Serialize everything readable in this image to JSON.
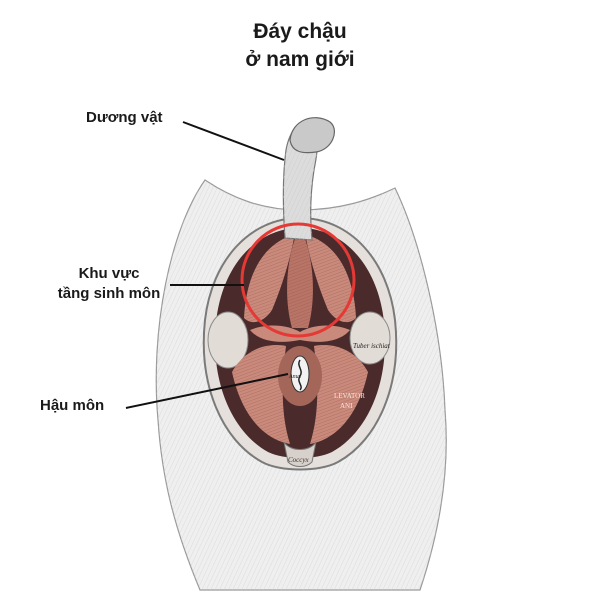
{
  "title": {
    "line1": "Đáy chậu",
    "line2": "ở nam giới"
  },
  "labels": {
    "penis": "Dương vật",
    "perineum_line1": "Khu vực",
    "perineum_line2": "tầng sinh môn",
    "anus": "Hậu môn"
  },
  "figure_text": {
    "ischial_tuber": "Tuber ischiat",
    "levator": "LEVATOR",
    "ani": "ANI",
    "anus_small": "Anus",
    "coccyx": "Coccyx"
  },
  "colors": {
    "highlight_circle": "#e53935",
    "muscle": "#c98a7c",
    "muscle_dark": "#9b5a4c",
    "skin": "#e9e9e9",
    "cavity": "#4a2a2a",
    "text": "#1a1a1a"
  }
}
